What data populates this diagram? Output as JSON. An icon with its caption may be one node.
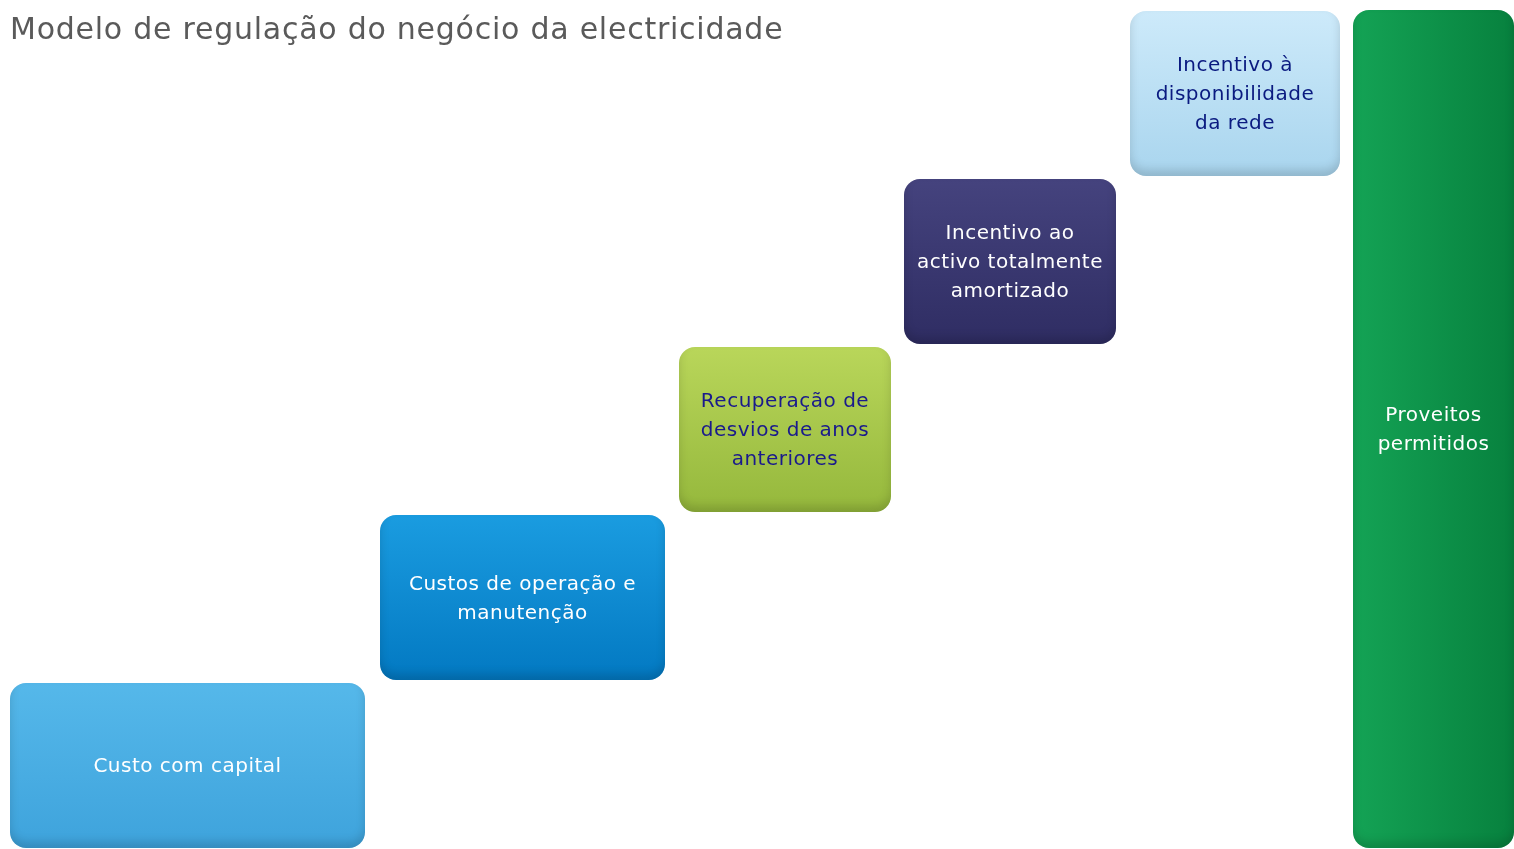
{
  "diagram": {
    "title": "Modelo de regulação do negócio da electricidade",
    "nodes": [
      {
        "text": [
          "Custo com capital"
        ]
      },
      {
        "text": [
          "Custos de operação e manutenção"
        ]
      },
      {
        "text": [
          "Recuperação de desvios de anos anteriores"
        ]
      },
      {
        "text": [
          "Incentivo ao activo totalmente amortizado"
        ]
      },
      {
        "text": [
          "Incentivo à disponibilidade da rede"
        ]
      },
      {
        "text": [
          "Proveitos permitidos"
        ]
      }
    ]
  }
}
